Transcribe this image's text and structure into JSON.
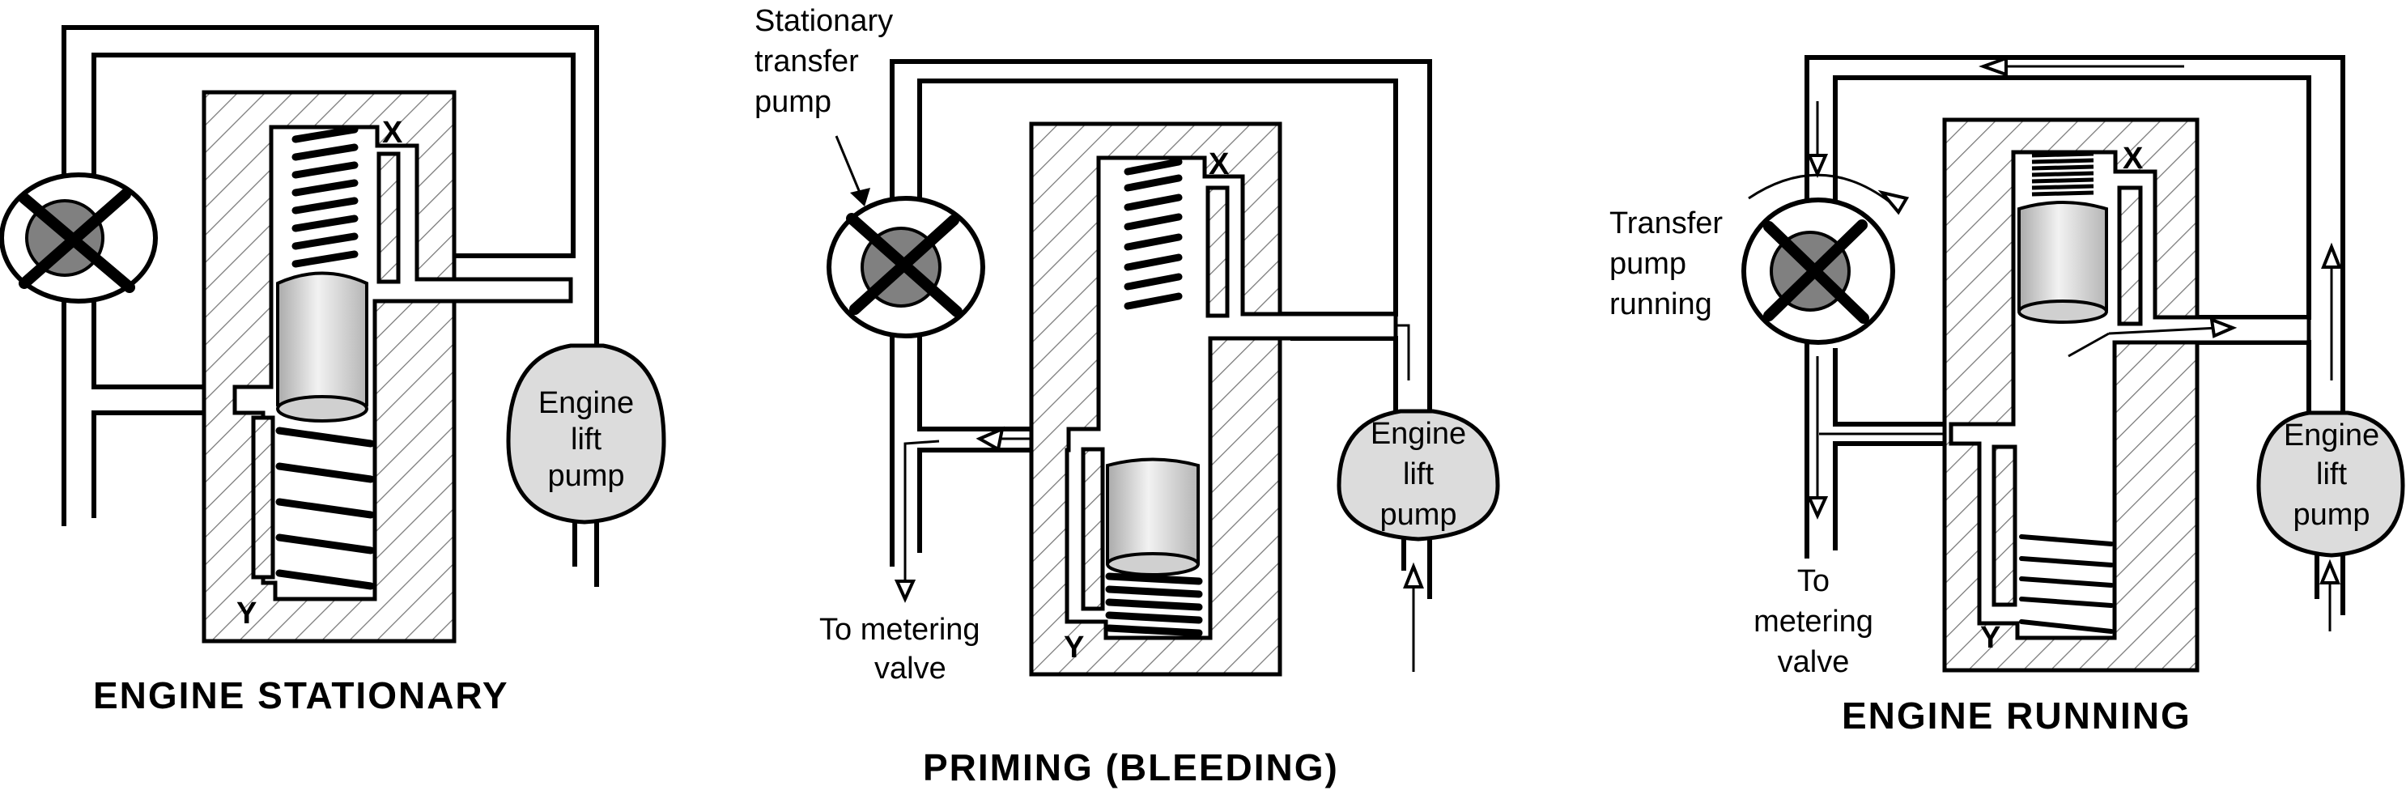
{
  "colors": {
    "line": "#000000",
    "background": "#ffffff",
    "pump_rotor": "#808080",
    "lift_pump_fill": "#d8d8d8",
    "piston_fill": "#cfcfcf"
  },
  "panels": [
    {
      "id": "engine-stationary",
      "title": "ENGINE  STATIONARY",
      "port_x": "X",
      "port_y": "Y",
      "lift_pump_label": [
        "Engine",
        "lift",
        "pump"
      ]
    },
    {
      "id": "priming-bleeding",
      "title": "PRIMING  (BLEEDING)",
      "port_x": "X",
      "port_y": "Y",
      "transfer_pump_label": [
        "Stationary",
        "transfer",
        "pump"
      ],
      "outlet_label": [
        "To  metering",
        "valve"
      ],
      "lift_pump_label": [
        "Engine",
        "lift",
        "pump"
      ]
    },
    {
      "id": "engine-running",
      "title": "ENGINE  RUNNING",
      "port_x": "X",
      "port_y": "Y",
      "transfer_pump_label": [
        "Transfer",
        "pump",
        "running"
      ],
      "outlet_label": [
        "To",
        "metering",
        "valve"
      ],
      "lift_pump_label": [
        "Engine",
        "lift",
        "pump"
      ]
    }
  ]
}
